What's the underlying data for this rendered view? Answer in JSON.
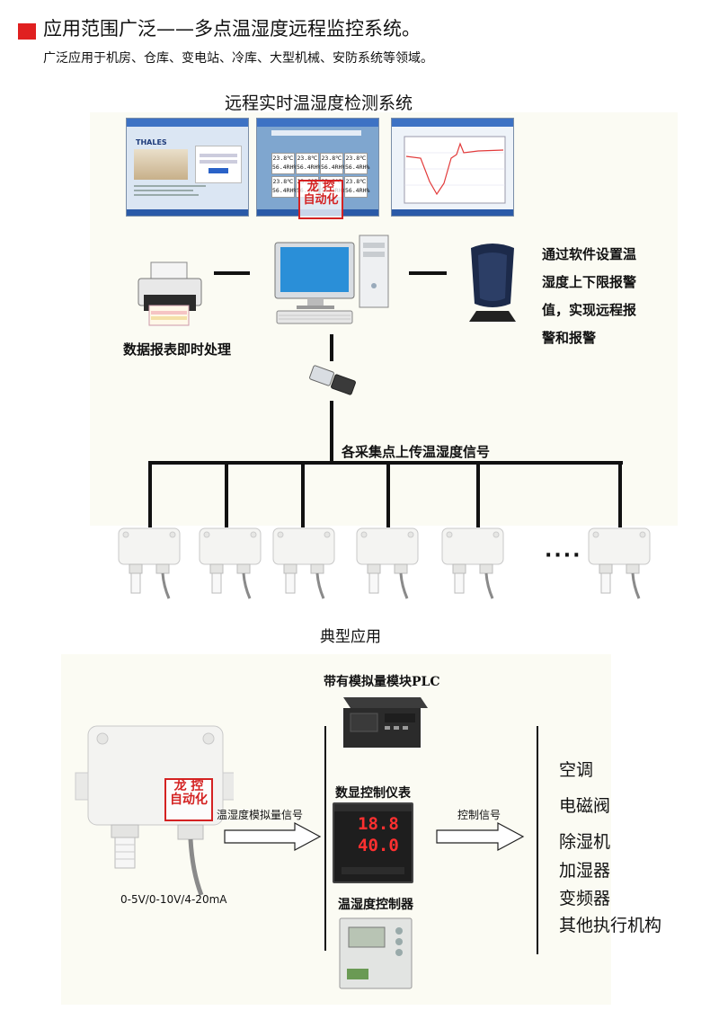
{
  "header": {
    "title": "应用范围广泛——多点温湿度远程监控系统。",
    "subtitle": "广泛应用于机房、仓库、变电站、冷库、大型机械、安防系统等领域。",
    "accent_color": "#e02020"
  },
  "monitoring": {
    "title": "远程实时温湿度检测系统",
    "screens": {
      "login_logo": "THALES",
      "readings": [
        {
          "temp": "23.8℃",
          "hum": "56.4RH%"
        },
        {
          "temp": "23.8℃",
          "hum": "56.4RH%"
        },
        {
          "temp": "23.8℃",
          "hum": "56.4RH%"
        },
        {
          "temp": "23.8℃",
          "hum": "56.4RH%"
        },
        {
          "temp": "23.8℃",
          "hum": "56.4RH%"
        },
        {
          "temp": "23.8℃",
          "hum": "56.4RH%"
        },
        {
          "temp": "23.8℃",
          "hum": "56.4RH%"
        },
        {
          "temp": "23.8℃",
          "hum": "56.4RH%"
        }
      ]
    },
    "stamp": {
      "line1": "龙 控",
      "line2": "自动化"
    },
    "printer_label": "数据报表即时处理",
    "alarm_label": [
      "通过软件设置温",
      "湿度上下限报警",
      "值，实现远程报",
      "警和报警"
    ],
    "bus_label": "各采集点上传温湿度信号",
    "ellipsis": "····"
  },
  "typical": {
    "title": "典型应用",
    "sensor_range": "0-5V/0-10V/4-20mA",
    "signal_label": "温湿度模拟量信号",
    "control_label": "控制信号",
    "plc_label": "带有模拟量模块PLC",
    "meter_label": "数显控制仪表",
    "controller_label": "温湿度控制器",
    "meter_readings": {
      "pv": "18.8",
      "sv": "40.0"
    },
    "outputs": [
      "空调",
      "电磁阀",
      "除湿机",
      "加湿器",
      "变频器",
      "其他执行机构"
    ]
  }
}
